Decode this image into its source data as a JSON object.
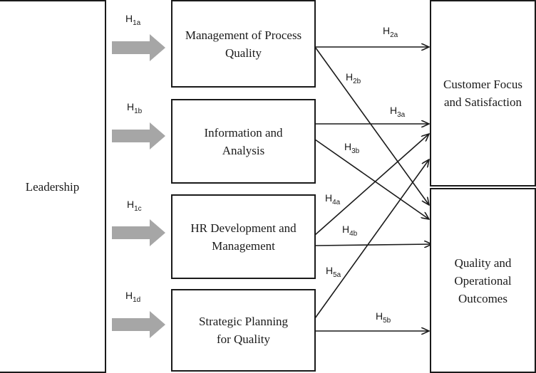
{
  "nodes": {
    "leadership": "Leadership",
    "process_quality": {
      "line1": "Management of Process",
      "line2": "Quality"
    },
    "information": {
      "line1": "Information and",
      "line2": "Analysis"
    },
    "hr": {
      "line1": "HR Development and",
      "line2": "Management"
    },
    "strategic": {
      "line1": "Strategic Planning",
      "line2": "for Quality"
    },
    "customer": {
      "line1": "Customer Focus",
      "line2": "and Satisfaction"
    },
    "outcomes": {
      "line1": "Quality and",
      "line2": "Operational",
      "line3": "Outcomes"
    }
  },
  "hypotheses": {
    "h1a": {
      "base": "H",
      "sub": "1a"
    },
    "h1b": {
      "base": "H",
      "sub": "1b"
    },
    "h1c": {
      "base": "H",
      "sub": "1c"
    },
    "h1d": {
      "base": "H",
      "sub": "1d"
    },
    "h2a": {
      "base": "H",
      "sub": "2a"
    },
    "h2b": {
      "base": "H",
      "sub": "2b"
    },
    "h3a": {
      "base": "H",
      "sub": "3a"
    },
    "h3b": {
      "base": "H",
      "sub": "3b"
    },
    "h4a": {
      "base": "H",
      "sub": "4a"
    },
    "h4b": {
      "base": "H",
      "sub": "4b"
    },
    "h5a": {
      "base": "H",
      "sub": "5a"
    },
    "h5b": {
      "base": "H",
      "sub": "5b"
    }
  },
  "colors": {
    "line": "#1a1a1a",
    "block_arrow": "#a6a6a6"
  }
}
